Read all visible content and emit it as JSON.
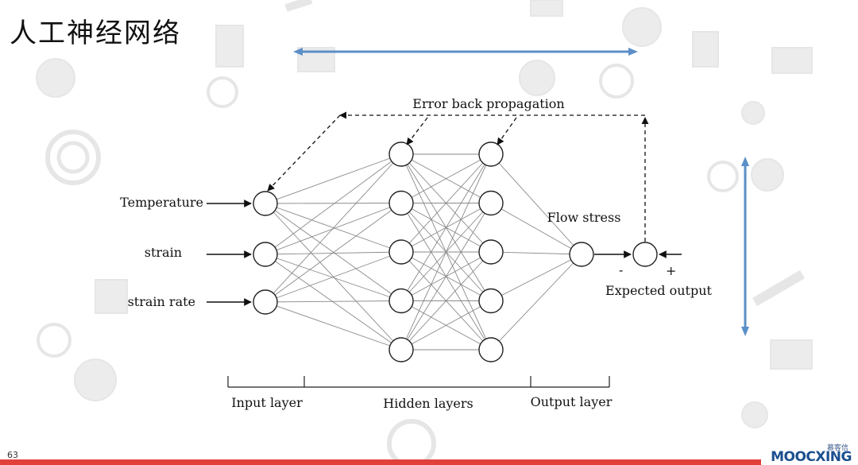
{
  "slide": {
    "title": "人工神经网络",
    "page_number": "63"
  },
  "brand": {
    "name_cn": "慕客信",
    "name_en": "MOOCXING"
  },
  "diagram": {
    "inputs": [
      "Temperature",
      "strain",
      "strain rate"
    ],
    "hidden_layer_sizes": [
      5,
      5
    ],
    "output_label": "Flow stress",
    "comparator_minus": "-",
    "comparator_plus": "+",
    "expected_output_label": "Expected output",
    "feedback_label": "Error back propagation",
    "layer_labels": {
      "input": "Input layer",
      "hidden": "Hidden layers",
      "output": "Output layer"
    }
  },
  "colors": {
    "accent_arrow": "#5b8fc7",
    "bottom_bar": "#e2403c",
    "brand": "#1c4f8f",
    "node_stroke": "#222222",
    "connection": "#8a8a8a"
  }
}
